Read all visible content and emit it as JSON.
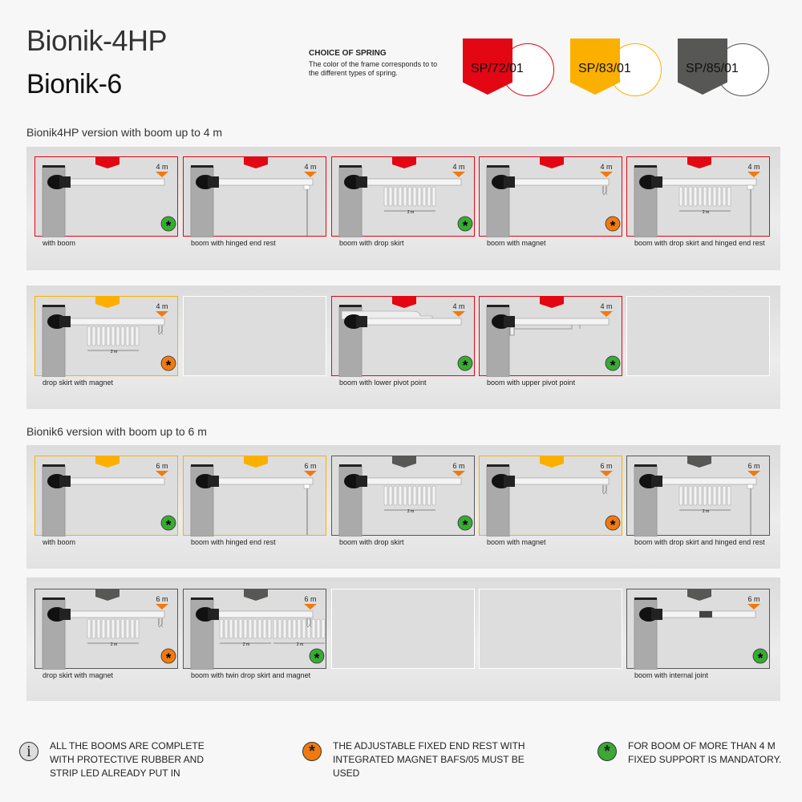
{
  "title1": "Bionik-4HP",
  "title2": "Bionik-6",
  "spring_choice": {
    "heading": "CHOICE OF SPRING",
    "desc": "The color of the frame corresponds to to the different types of spring.",
    "springs": [
      {
        "code": "SP/72/01",
        "color": "#e30613"
      },
      {
        "code": "SP/83/01",
        "color": "#fbb000"
      },
      {
        "code": "SP/85/01",
        "color": "#575756"
      }
    ]
  },
  "colors": {
    "red": "#e30613",
    "yellow": "#fbb000",
    "dark": "#575756",
    "orange": "#f07a10",
    "green": "#3aa935"
  },
  "sections": [
    {
      "title": "Bionik4HP version with boom up to 4 m"
    },
    {
      "title": "Bionik6 version with boom up to  6 m"
    }
  ],
  "skirt_label": "2 m",
  "bands": [
    {
      "cards": [
        {
          "label": "with boom",
          "frame": "red",
          "length": "4 m",
          "type": "boom",
          "badge": "green"
        },
        {
          "label": "boom with hinged end rest",
          "frame": "red",
          "length": "4 m",
          "type": "hinged",
          "badge": null
        },
        {
          "label": "boom with drop skirt",
          "frame": "red",
          "length": "4 m",
          "type": "skirt",
          "badge": "green"
        },
        {
          "label": "boom with magnet",
          "frame": "red",
          "length": "4 m",
          "type": "magnet",
          "badge": "orange"
        },
        {
          "label": "boom with drop skirt and hinged end rest",
          "frame": "red",
          "length": "4 m",
          "type": "skirt_hinged",
          "badge": null
        }
      ]
    },
    {
      "cards": [
        {
          "label": "drop skirt with magnet",
          "frame": "yellow",
          "length": "4 m",
          "type": "skirt_magnet",
          "badge": "orange"
        },
        {
          "label": null,
          "frame": null,
          "type": "empty"
        },
        {
          "label": "boom with lower pivot point",
          "frame": "red",
          "length": "4 m",
          "type": "lower_pivot",
          "badge": "green"
        },
        {
          "label": "boom with upper pivot point",
          "frame": "red",
          "length": "4 m",
          "type": "upper_pivot",
          "badge": "green"
        },
        {
          "label": null,
          "frame": null,
          "type": "empty"
        }
      ]
    },
    {
      "cards": [
        {
          "label": "with boom",
          "frame": "yellow",
          "length": "6 m",
          "type": "boom",
          "badge": "green"
        },
        {
          "label": "boom with hinged end rest",
          "frame": "yellow",
          "length": "6 m",
          "type": "hinged",
          "badge": null
        },
        {
          "label": "boom with drop skirt",
          "frame": "dark",
          "length": "6 m",
          "type": "skirt",
          "badge": "green"
        },
        {
          "label": "boom with magnet",
          "frame": "yellow",
          "length": "6 m",
          "type": "magnet",
          "badge": "orange"
        },
        {
          "label": "boom with drop skirt and hinged end rest",
          "frame": "dark",
          "length": "6 m",
          "type": "skirt_hinged",
          "badge": null
        }
      ]
    },
    {
      "cards": [
        {
          "label": "drop skirt with magnet",
          "frame": "dark",
          "length": "6 m",
          "type": "skirt_magnet",
          "badge": "orange"
        },
        {
          "label": "boom with twin drop skirt and magnet",
          "frame": "dark",
          "length": "6 m",
          "type": "twin_skirt_magnet",
          "badge": "green"
        },
        {
          "label": null,
          "frame": null,
          "type": "empty"
        },
        {
          "label": null,
          "frame": null,
          "type": "empty"
        },
        {
          "label": "boom with internal joint",
          "frame": "dark",
          "length": "6 m",
          "type": "joint",
          "badge": "green"
        }
      ]
    }
  ],
  "notes": [
    {
      "icon": "info",
      "text": "All the booms are complete with protective rubber and strip LED already put in"
    },
    {
      "icon": "orange-asterisk",
      "text": "The adjustable fixed end rest with integrated magnet BAFS/05 must be used"
    },
    {
      "icon": "green-asterisk",
      "text": "For boom of more than 4 m fixed support is mandatory."
    }
  ]
}
